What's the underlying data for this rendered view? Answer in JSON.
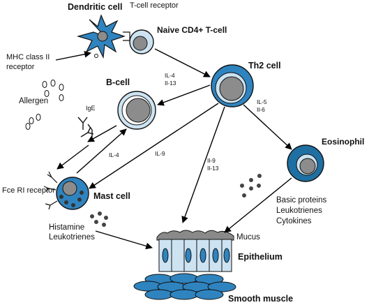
{
  "labels": {
    "dendritic_cell": "Dendritic cell",
    "t_cell_receptor": "T-cell receptor",
    "naive_t_cell": "Naive CD4+ T-cell",
    "mhc_line1": "MHC class II",
    "mhc_line2": "receptor",
    "th2_cell": "Th2 cell",
    "b_cell": "B-cell",
    "allergen": "Allergen",
    "ige": "IgE",
    "eosinophil": "Eosinophil",
    "mast_cell": "Mast cell",
    "fce_receptor": "Fce RI receptor",
    "mast_products": [
      "Histamine",
      "Leukotrienes"
    ],
    "eos_products": [
      "Basic proteins",
      "Leukotrienes",
      "Cytokines"
    ],
    "mucus": "Mucus",
    "epithelium": "Epithelium",
    "smooth_muscle": "Smooth muscle"
  },
  "cytokines": {
    "th2_to_bcell": [
      "IL-4",
      "Il-13"
    ],
    "th2_to_eos": [
      "IL-5",
      "Il-6"
    ],
    "bcell_to_mast": "IL-4",
    "th2_to_mast": "IL-9",
    "th2_to_epi": [
      "Il-9",
      "Il-13"
    ]
  },
  "colors": {
    "dark_blue": "#1f6fa3",
    "light_blue": "#cde3f2",
    "medium_blue": "#2f84bf",
    "nucleus_gray": "#8c8c8c",
    "mucus_gray": "#8a8a8a"
  }
}
